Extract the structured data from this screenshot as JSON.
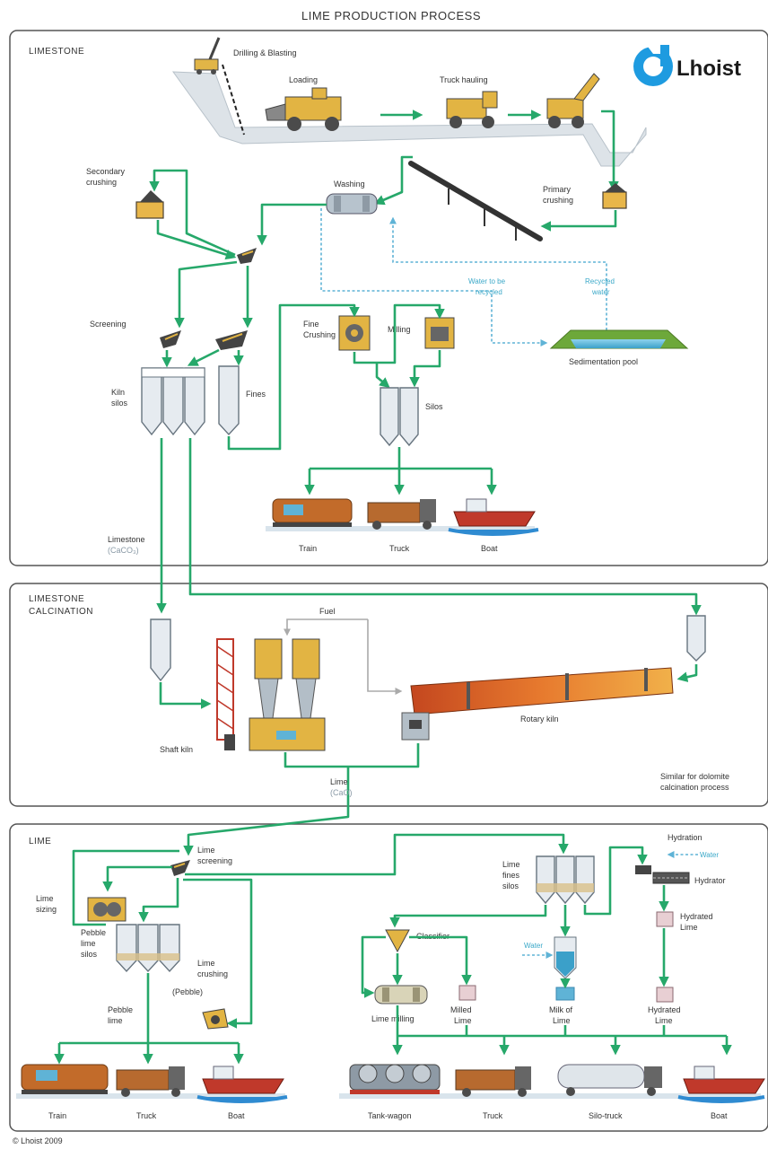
{
  "title": "LIME PRODUCTION PROCESS",
  "brand": {
    "name": "Lhoist",
    "color": "#1e9be0"
  },
  "copyright": "© Lhoist 2009",
  "colors": {
    "flow": "#26a86a",
    "water": "#5fb3d6",
    "frame": "#555555"
  },
  "sections": {
    "limestone": {
      "heading": "LIMESTONE",
      "drilling": "Drilling & Blasting",
      "loading": "Loading",
      "truck_hauling": "Truck hauling",
      "secondary_crushing": [
        "Secondary",
        "crushing"
      ],
      "washing": "Washing",
      "primary_crushing": [
        "Primary",
        "crushing"
      ],
      "water_recycled": [
        "Water to be",
        "recycled"
      ],
      "recycled_water": [
        "Recycled",
        "water"
      ],
      "sedimentation_pool": "Sedimentation pool",
      "screening": "Screening",
      "kiln_silos": [
        "Kiln",
        "silos"
      ],
      "fines": "Fines",
      "fine_crushing": [
        "Fine",
        "Crushing"
      ],
      "milling": "Milling",
      "silos": "Silos",
      "train": "Train",
      "truck": "Truck",
      "boat": "Boat",
      "output": [
        "Limestone",
        "(CaCO₃)"
      ]
    },
    "calcination": {
      "heading": [
        "LIMESTONE",
        "CALCINATION"
      ],
      "fuel": "Fuel",
      "shaft_kiln": "Shaft kiln",
      "rotary_kiln": "Rotary kiln",
      "lime": [
        "Lime",
        "(CaO)"
      ],
      "note": [
        "Similar for dolomite",
        "calcination process"
      ]
    },
    "lime": {
      "heading": "LIME",
      "lime_screening": [
        "Lime",
        "screening"
      ],
      "lime_sizing": [
        "Lime",
        "sizing"
      ],
      "pebble_silos": [
        "Pebble",
        "lime",
        "silos"
      ],
      "lime_crushing": [
        "Lime",
        "crushing"
      ],
      "pebble_tag": "(Pebble)",
      "pebble_lime": [
        "Pebble",
        "lime"
      ],
      "lime_fines_silos": [
        "Lime",
        "fines",
        "silos"
      ],
      "classifier": "Classifier",
      "water": "Water",
      "hydration": "Hydration",
      "hydration_water": "Water",
      "hydrator": "Hydrator",
      "hydrated_lime_top": [
        "Hydrated",
        "Lime"
      ],
      "lime_milling": "Lime milling",
      "milled_lime": [
        "Milled",
        "Lime"
      ],
      "milk_of_lime": [
        "Milk of",
        "Lime"
      ],
      "hydrated_lime_bottom": [
        "Hydrated",
        "Lime"
      ],
      "train": "Train",
      "truck": "Truck",
      "boat": "Boat",
      "tank_wagon": "Tank-wagon",
      "truck2": "Truck",
      "silo_truck": "Silo-truck",
      "boat2": "Boat"
    }
  }
}
